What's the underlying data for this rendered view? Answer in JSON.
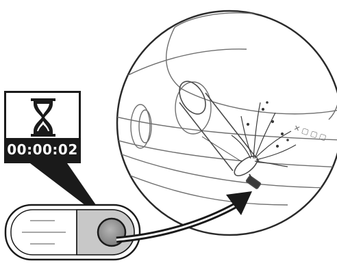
{
  "timer": {
    "display": "00:00:02",
    "icon": "hourglass-icon"
  },
  "button_panel": {
    "pressed_side": "right",
    "icon": "round-push-button"
  },
  "detail": {
    "view": "magnified-circle",
    "subject": "rinse-nozzle-with-water-spray"
  },
  "colors": {
    "ink": "#1a1a1a",
    "button_fill": "#9a9a9a",
    "panel_fill": "#c8c8c8"
  }
}
